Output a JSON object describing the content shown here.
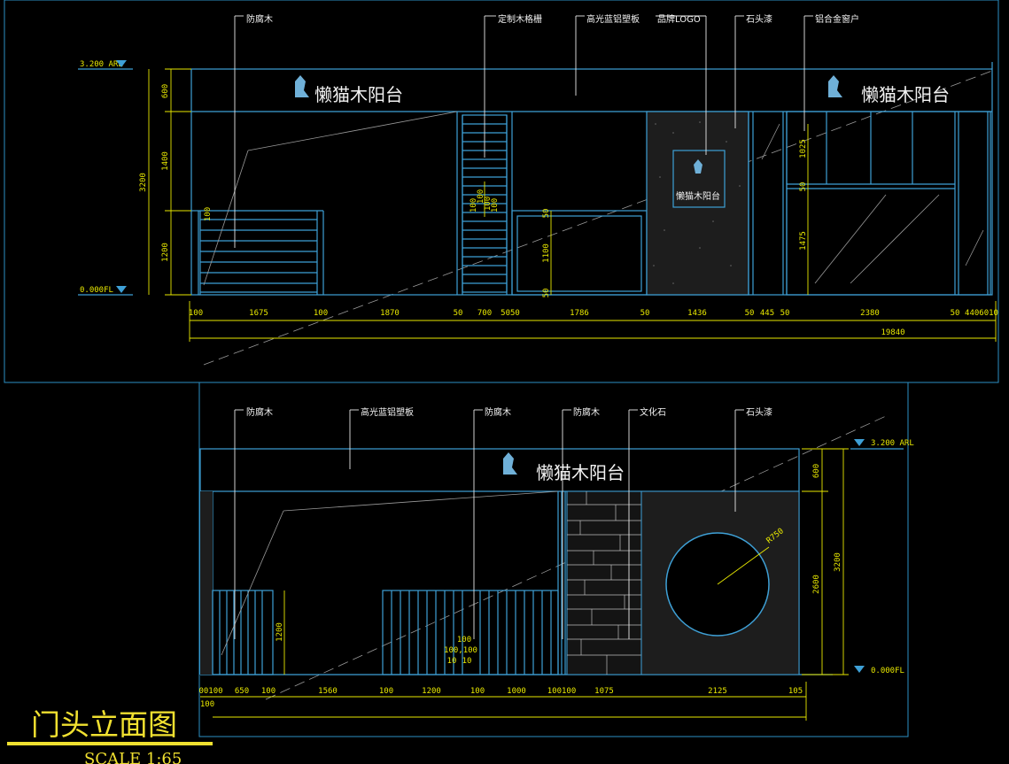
{
  "drawing_title": "门头立面图",
  "scale": "SCALE 1:65",
  "brand": "懒猫木阳台",
  "colors": {
    "lines": "#3ea0d6",
    "dims": "#e8e800",
    "text": "#f2f2f2",
    "title": "#f0e030",
    "background": "#000000"
  },
  "top": {
    "callouts": [
      "防腐木",
      "定制木格栅",
      "高光蓝铝塑板",
      "品牌LOGO",
      "石头漆",
      "铝合金窗户"
    ],
    "levels": [
      "3.200 ARL",
      "0.000FL"
    ],
    "vert_dims": [
      "600",
      "1400",
      "3200",
      "1200"
    ],
    "door_dims": [
      "100",
      "100",
      "100",
      "100",
      "100"
    ],
    "mid_dims": [
      "50",
      "1100",
      "50"
    ],
    "window_dims": [
      "1025",
      "50",
      "1475"
    ],
    "small": "100",
    "logo_text": "懒猫木阳台",
    "horiz_dims": [
      "100",
      "1675",
      "100",
      "1870",
      "50",
      "700",
      "5050",
      "1786",
      "50",
      "1436",
      "50",
      "445",
      "50",
      "2380",
      "50",
      "4406010"
    ],
    "total": "19840"
  },
  "bottom": {
    "callouts": [
      "防腐木",
      "高光蓝铝塑板",
      "防腐木",
      "防腐木",
      "文化石",
      "石头漆"
    ],
    "levels": [
      "3.200 ARL",
      "0.000FL"
    ],
    "vert_dims": [
      "600",
      "2600",
      "3200"
    ],
    "rail_dim": "1200",
    "radius": "R750",
    "post_dims": [
      "100",
      "100,100",
      "10",
      "10"
    ],
    "horiz_dims": [
      "00100",
      "650",
      "100",
      "1560",
      "100",
      "1200",
      "100",
      "1000",
      "100100",
      "1075",
      "2125",
      "105"
    ],
    "below": "100"
  }
}
